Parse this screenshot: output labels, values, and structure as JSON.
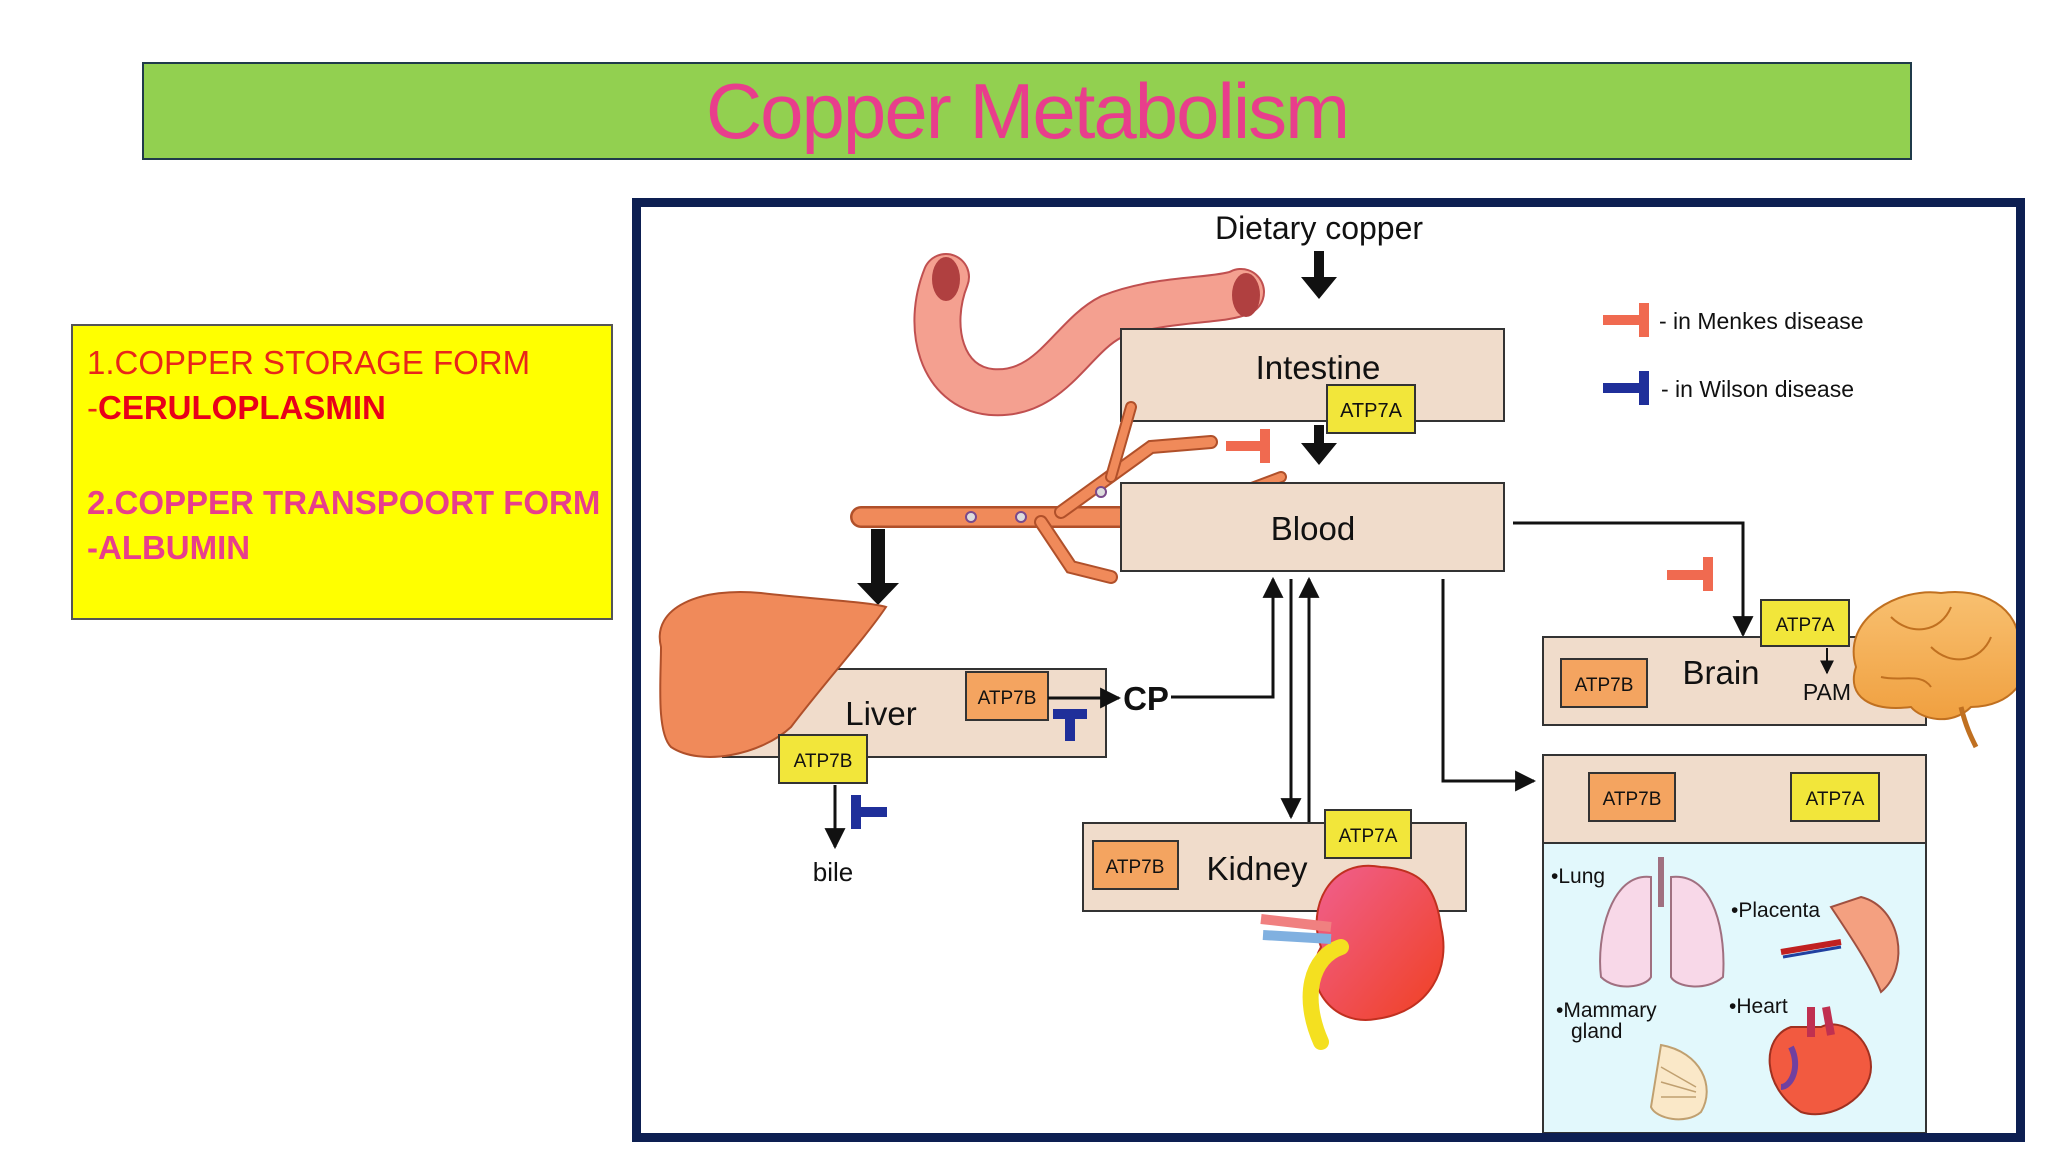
{
  "title": "Copper Metabolism",
  "notes": {
    "line1": "1.COPPER STORAGE FORM",
    "line2_prefix": "-",
    "line2_value": "CERULOPLASMIN",
    "line3": "2.COPPER TRANSPOORT FORM",
    "line4": "-ALBUMIN"
  },
  "diagram": {
    "dietary": "Dietary copper",
    "intestine": "Intestine",
    "blood": "Blood",
    "liver": "Liver",
    "brain": "Brain",
    "kidney": "Kidney",
    "cp": "CP",
    "bile": "bile",
    "pam": "PAM",
    "atp7a": "ATP7A",
    "atp7b": "ATP7B",
    "legend_menkes": "- in Menkes disease",
    "legend_wilson": "- in Wilson disease",
    "lung": "•Lung",
    "placenta": "•Placenta",
    "mammary1": "•Mammary",
    "mammary2": "gland",
    "heart": "•Heart",
    "colors": {
      "menkes": "#f06a50",
      "wilson": "#1f2f9a",
      "atp7a_box": "#f2e63a",
      "atp7b_box": "#f4a460",
      "organ_box": "#f0dccb"
    }
  }
}
